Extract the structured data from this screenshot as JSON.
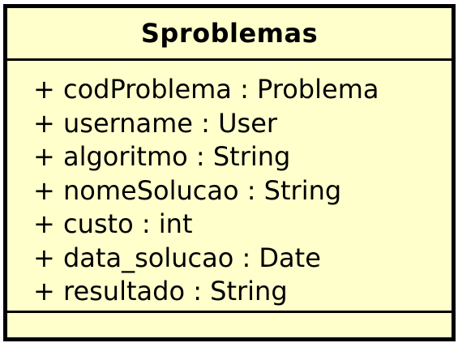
{
  "class": {
    "name": "Sproblemas",
    "attributes": [
      "+ codProblema : Problema",
      "+ username : User",
      "+ algoritmo : String",
      "+ nomeSolucao : String",
      "+ custo : int",
      "+ data_solucao : Date",
      "+ resultado : String"
    ],
    "operations": []
  },
  "colors": {
    "fill": "#ffffcc",
    "stroke": "#000000"
  }
}
